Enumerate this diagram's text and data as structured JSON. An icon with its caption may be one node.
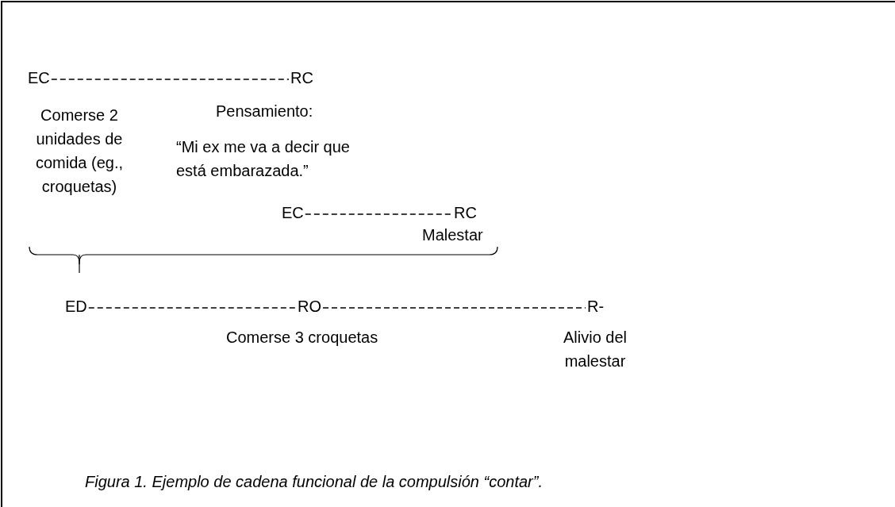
{
  "diagram": {
    "caption": "Figura 1. Ejemplo de cadena funcional de la compulsión “contar”.",
    "nodes": [
      {
        "text": [
          "EC"
        ]
      },
      {
        "text": [
          "RC"
        ]
      },
      {
        "text": [
          "EC"
        ]
      },
      {
        "text": [
          "RC"
        ]
      },
      {
        "text": [
          "ED"
        ]
      },
      {
        "text": [
          "RO"
        ]
      },
      {
        "text": [
          "R-"
        ]
      }
    ],
    "edges": [
      {
        "from": 0,
        "to": 1,
        "arrow": "none",
        "style": "dashed"
      },
      {
        "from": 2,
        "to": 3,
        "arrow": "none",
        "style": "dashed"
      },
      {
        "from": 4,
        "to": 5,
        "arrow": "none",
        "style": "dashed"
      },
      {
        "from": 5,
        "to": 6,
        "arrow": "none",
        "style": "dashed"
      }
    ],
    "labels": [
      "Comerse 2 unidades de comida (eg., croquetas)",
      "Pensamiento:",
      "“Mi ex me va a decir que está embarazada.”",
      "Malestar",
      "Comerse 3 croquetas",
      "Alivio del malestar"
    ]
  }
}
